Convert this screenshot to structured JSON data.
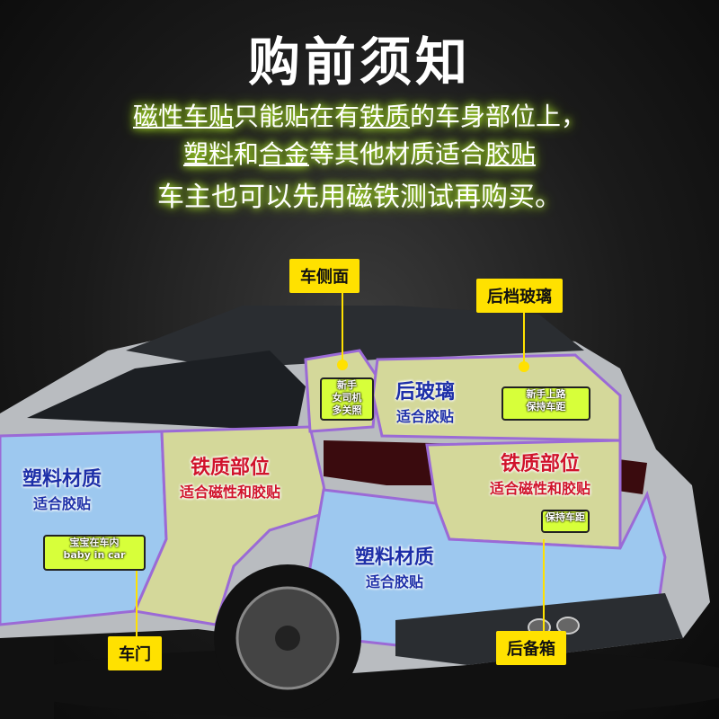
{
  "title": "购前须知",
  "intro": {
    "line1": [
      "磁性车贴",
      "只能贴在有",
      "铁质",
      "的车身部位上，"
    ],
    "line2": [
      "塑料",
      "和",
      "合金",
      "等其他材质适合",
      "胶贴"
    ],
    "line3": "车主也可以先用磁铁测试再购买。"
  },
  "labels": {
    "side": "车侧面",
    "rear_glass": "后档玻璃",
    "door": "车门",
    "trunk": "后备箱"
  },
  "zones": {
    "door_plastic": {
      "title": "塑料材质",
      "sub": "适合胶贴"
    },
    "side_iron": {
      "title": "铁质部位",
      "sub": "适合磁性和胶贴"
    },
    "rear_glass": {
      "title": "后玻璃",
      "sub": "适合胶贴"
    },
    "trunk_iron": {
      "title": "铁质部位",
      "sub": "适合磁性和胶贴"
    },
    "bumper_plastic": {
      "title": "塑料材质",
      "sub": "适合胶贴"
    }
  },
  "stickers": {
    "door": [
      "宝宝在车内",
      "baby in car"
    ],
    "side": [
      "新手",
      "女司机",
      "多关照"
    ],
    "glass": [
      "新手上路",
      "保持车距"
    ],
    "trunk": [
      "保持车距"
    ]
  },
  "colors": {
    "plastic_zone": "#9dc8ef",
    "iron_zone": "#d4d89a",
    "outline": "#9b6ad6",
    "label_bg": "#ffe100",
    "glow": "#c6ff3a"
  }
}
